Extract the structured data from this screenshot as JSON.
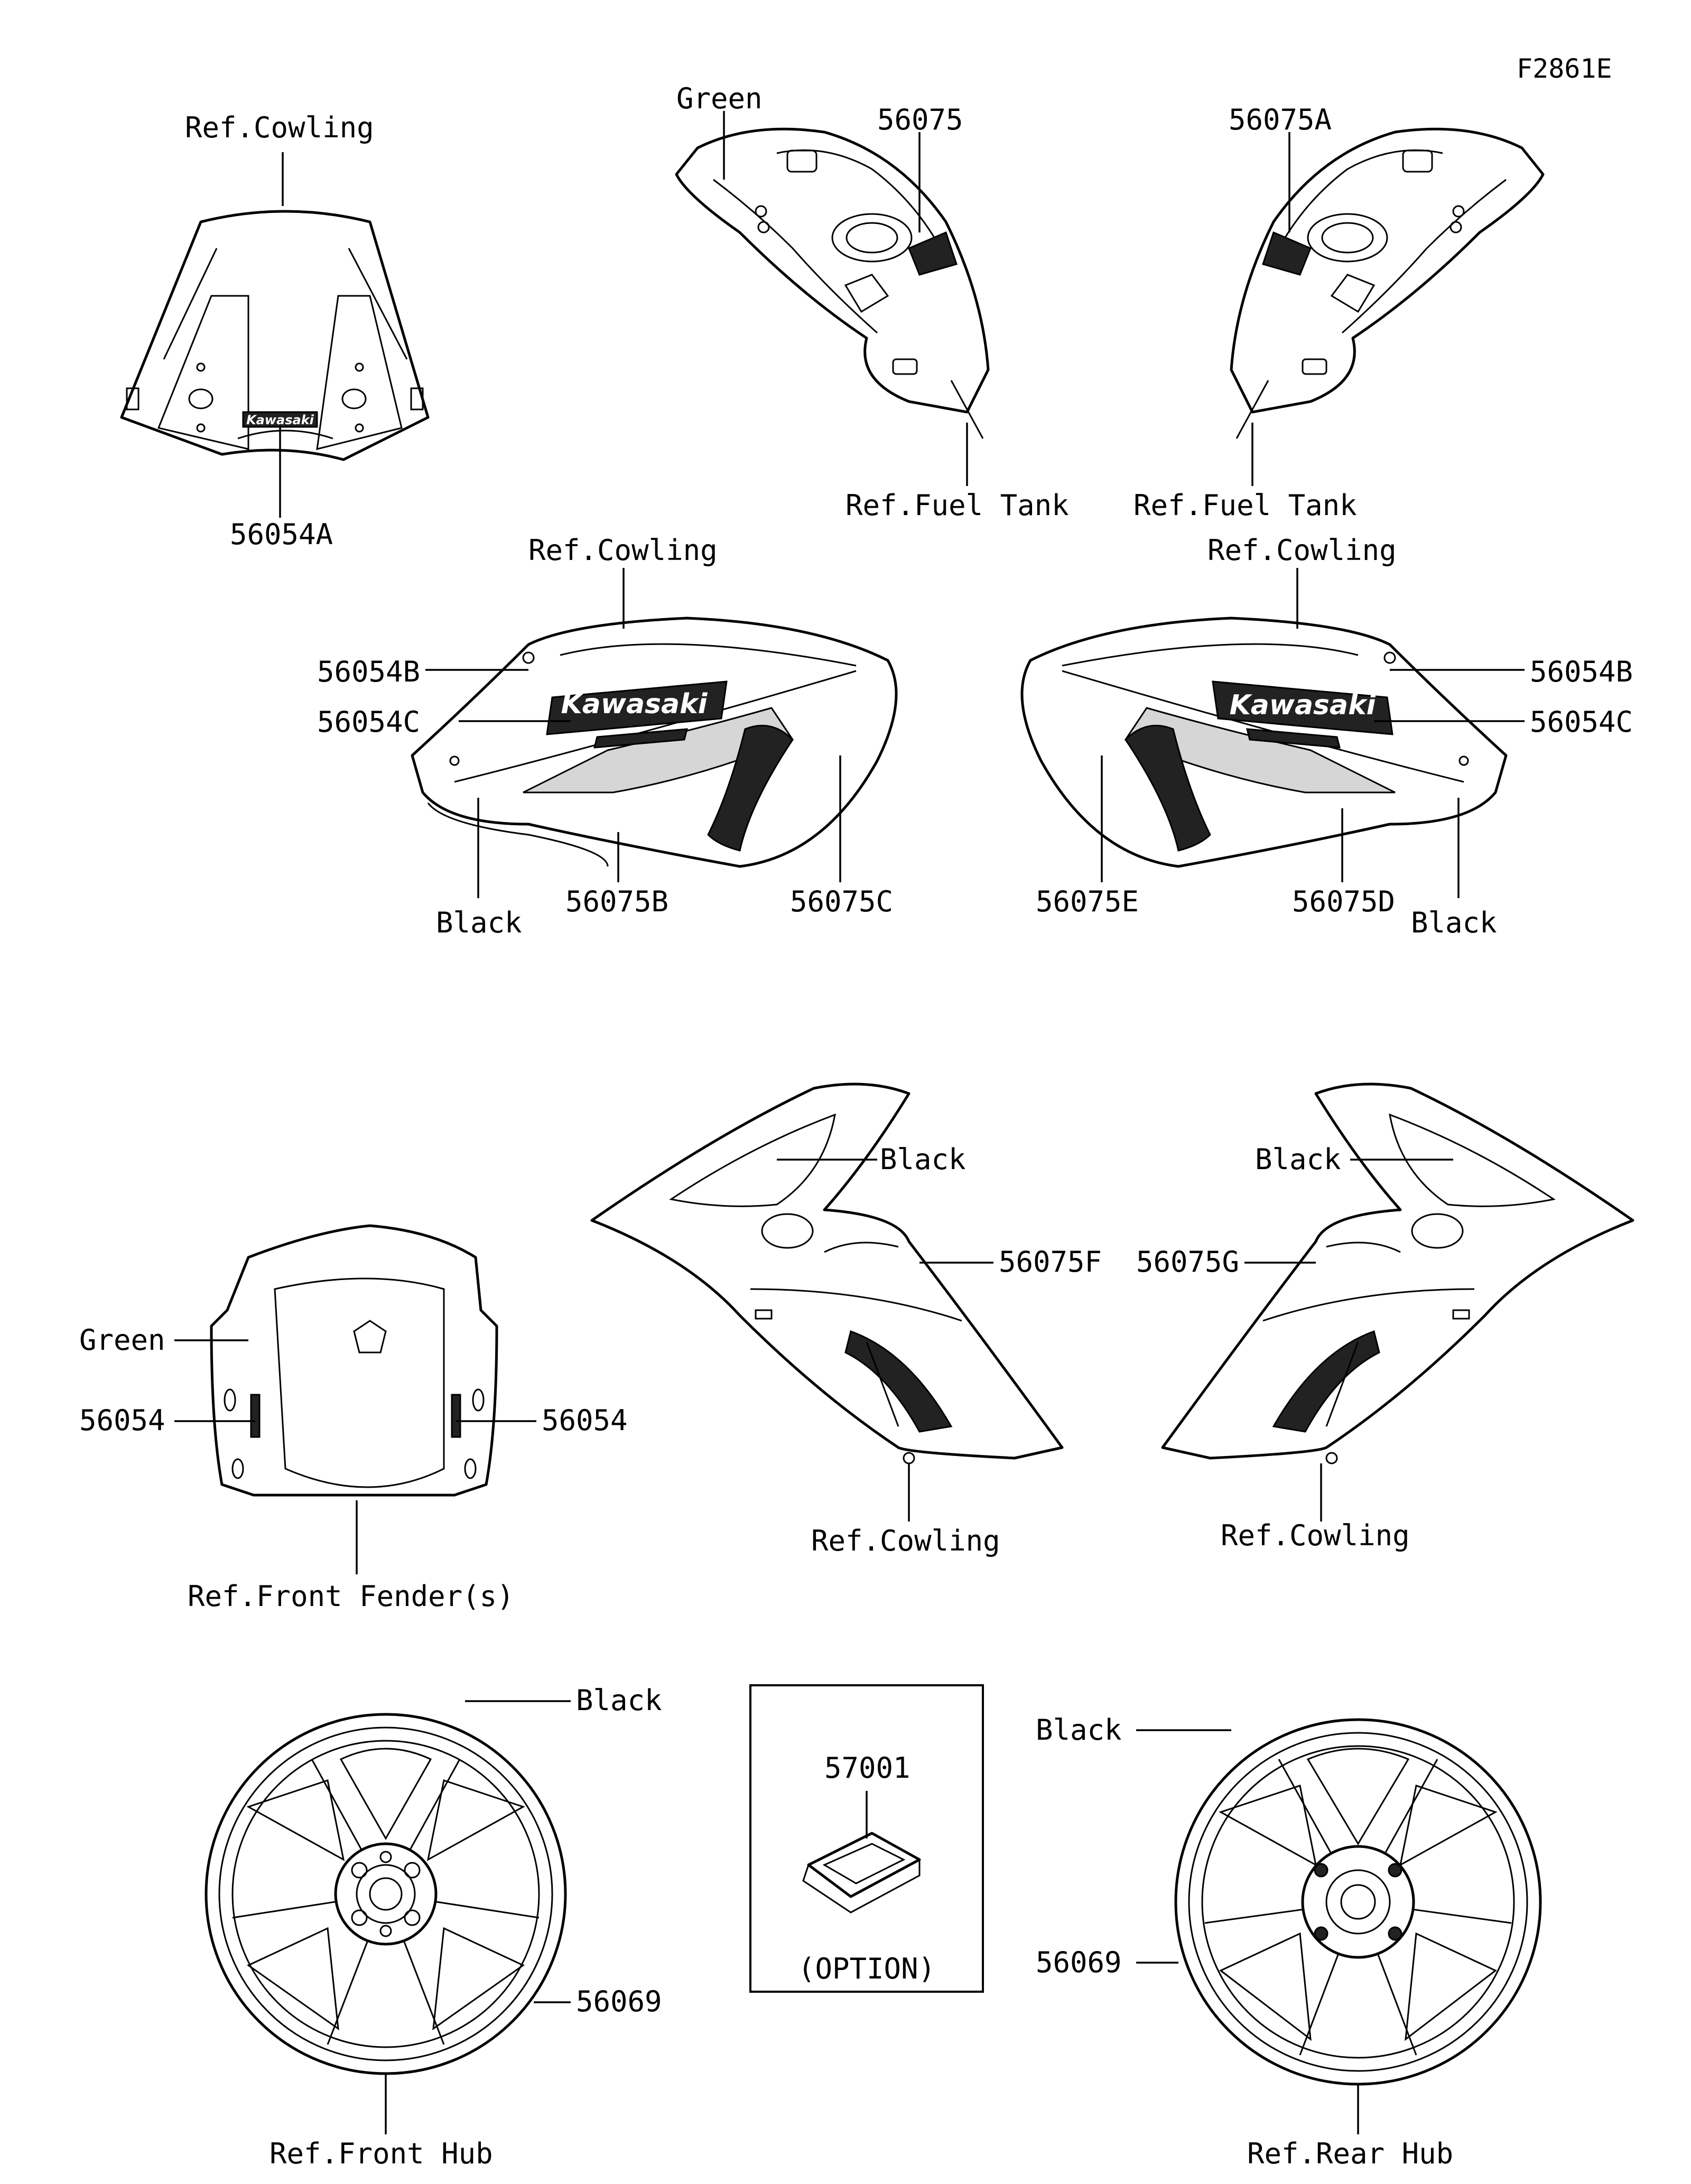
{
  "figure_code": "F2861E",
  "labels": {
    "ref_cowling_screen": "Ref.Cowling",
    "part_56054A": "56054A",
    "green_tank": "Green",
    "part_56075": "56075",
    "part_56075A": "56075A",
    "ref_fuel_tank_left": "Ref.Fuel Tank",
    "ref_fuel_tank_right": "Ref.Fuel Tank",
    "ref_cowling_left_side": "Ref.Cowling",
    "ref_cowling_right_side": "Ref.Cowling",
    "part_56054B_left": "56054B",
    "part_56054C_left": "56054C",
    "black_left_side": "Black",
    "part_56075B": "56075B",
    "part_56075C": "56075C",
    "part_56054B_right": "56054B",
    "part_56054C_right": "56054C",
    "part_56075E": "56075E",
    "part_56075D": "56075D",
    "black_right_side": "Black",
    "black_upper_left": "Black",
    "part_56075F": "56075F",
    "ref_cowling_upper_left": "Ref.Cowling",
    "black_upper_right": "Black",
    "part_56075G": "56075G",
    "ref_cowling_upper_right": "Ref.Cowling",
    "green_fender": "Green",
    "part_56054_left": "56054",
    "part_56054_right": "56054",
    "ref_front_fender": "Ref.Front Fender(s)",
    "black_front_wheel": "Black",
    "part_56069_front": "56069",
    "ref_front_hub": "Ref.Front Hub",
    "part_57001": "57001",
    "option": "(OPTION)",
    "black_rear_wheel": "Black",
    "part_56069_rear": "56069",
    "ref_rear_hub": "Ref.Rear Hub"
  },
  "logos": {
    "kawasaki_screen": "Kawasaki",
    "kawasaki_side_left": "Kawasaki",
    "kawasaki_side_right": "Kawasaki"
  },
  "colors": {
    "line": "#000000",
    "background": "#ffffff"
  }
}
